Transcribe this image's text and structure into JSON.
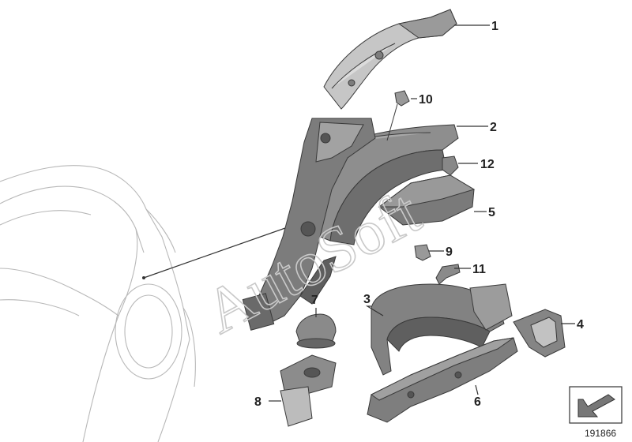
{
  "diagram": {
    "watermark": "AutoSoft",
    "document_number": "191866",
    "icon": "arrow-reference-icon",
    "callouts": [
      "1",
      "2",
      "3",
      "4",
      "5",
      "6",
      "7",
      "8",
      "9",
      "10",
      "11",
      "12"
    ],
    "colors": {
      "part_fill": "#8a8a8a",
      "part_dark": "#5c5c5c",
      "part_light": "#b0b0b0",
      "outline": "#b8b8b8"
    }
  }
}
